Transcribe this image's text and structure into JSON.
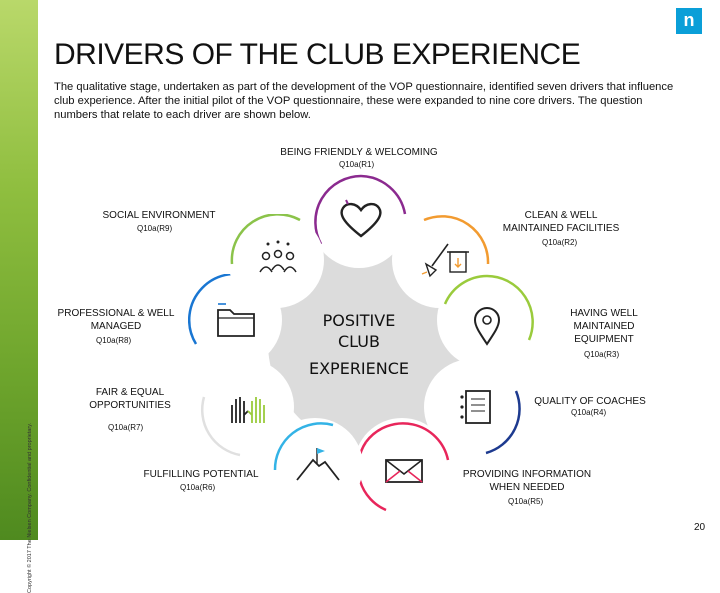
{
  "title": "DRIVERS OF THE CLUB EXPERIENCE",
  "intro": "The qualitative stage, undertaken as part of the development of the VOP questionnaire, identified seven drivers that influence club experience. After the initial pilot of the VOP questionnaire, these were expanded to nine core drivers. The question numbers that relate to each driver are shown below.",
  "center": {
    "line1": "POSITIVE",
    "line2": "CLUB",
    "line3": "EXPERIENCE"
  },
  "drivers": [
    {
      "label": "BEING FRIENDLY & WELCOMING",
      "code": "Q10a(R1)",
      "icon": "heart-icon",
      "color": "#8b2a8f"
    },
    {
      "label_1": "CLEAN & WELL",
      "label_2": "MAINTAINED FACILITIES",
      "code": "Q10a(R2)",
      "icon": "broom-bin-icon",
      "color": "#f29b30"
    },
    {
      "label_1": "HAVING WELL",
      "label_2": "MAINTAINED",
      "label_3": "EQUIPMENT",
      "code": "Q10a(R3)",
      "icon": "location-pin-icon",
      "color": "#9acb3c"
    },
    {
      "label": "QUALITY OF COACHES",
      "code": "Q10a(R4)",
      "icon": "clipboard-icon",
      "color": "#1d3a8f"
    },
    {
      "label_1": "PROVIDING INFORMATION",
      "label_2": "WHEN NEEDED",
      "code": "Q10a(R5)",
      "icon": "envelope-icon",
      "color": "#e8265b"
    },
    {
      "label": "FULFILLING POTENTIAL",
      "code": "Q10a(R6)",
      "icon": "mountain-flag-icon",
      "color": "#33b3e6"
    },
    {
      "label_1": "FAIR & EQUAL",
      "label_2": "OPPORTUNITIES",
      "code": "Q10a(R7)",
      "icon": "raised-hands-icon",
      "color": "#e0e0e0"
    },
    {
      "label_1": "PROFESSIONAL & WELL",
      "label_2": "MANAGED",
      "code": "Q10a(R8)",
      "icon": "folder-icon",
      "color": "#1976d2"
    },
    {
      "label": "SOCIAL ENVIRONMENT",
      "code": "Q10a(R9)",
      "icon": "people-group-icon",
      "color": "#8bc34a"
    }
  ],
  "logo_letter": "n",
  "copyright": "Copyright © 2017 The Nielsen Company. Confidential and proprietary.",
  "page_number": "20"
}
